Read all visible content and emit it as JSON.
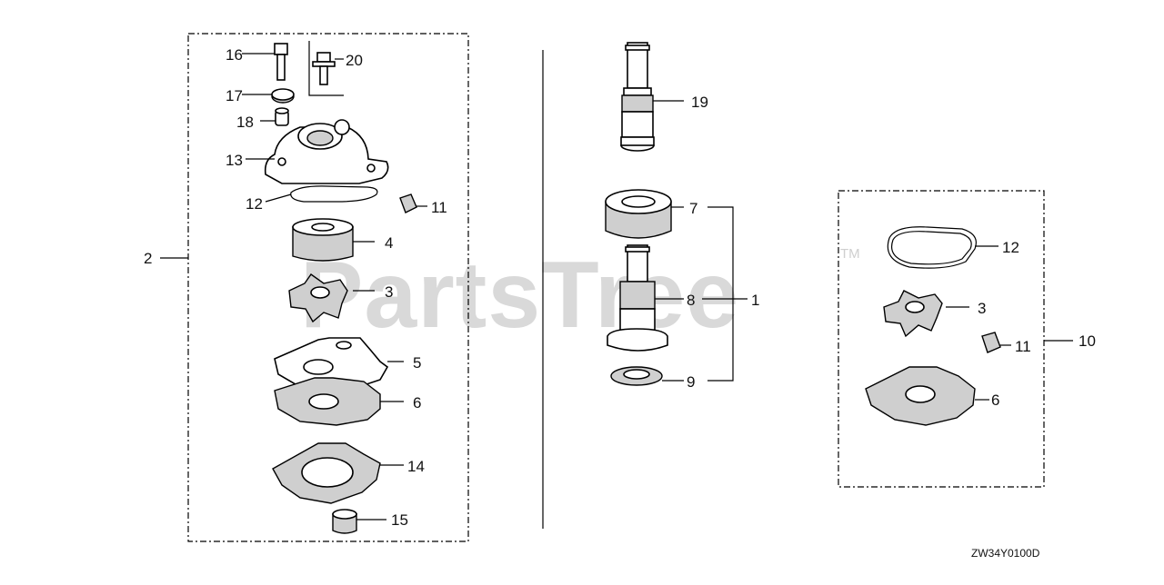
{
  "watermark": {
    "text": "PartsTree",
    "trademark": "TM"
  },
  "diagram_code": "ZW34Y0100D",
  "colors": {
    "ink": "#000000",
    "watermark": "#d9d9d9",
    "background": "#ffffff"
  },
  "callouts": {
    "left_group": [
      "16",
      "20",
      "17",
      "18",
      "13",
      "12",
      "11",
      "4",
      "3",
      "5",
      "6",
      "14",
      "15"
    ],
    "left_group_ref": "2",
    "middle_group": [
      "19",
      "7",
      "8",
      "9"
    ],
    "middle_group_ref": "1",
    "right_group": [
      "12",
      "3",
      "11",
      "6"
    ],
    "right_group_ref": "10"
  }
}
